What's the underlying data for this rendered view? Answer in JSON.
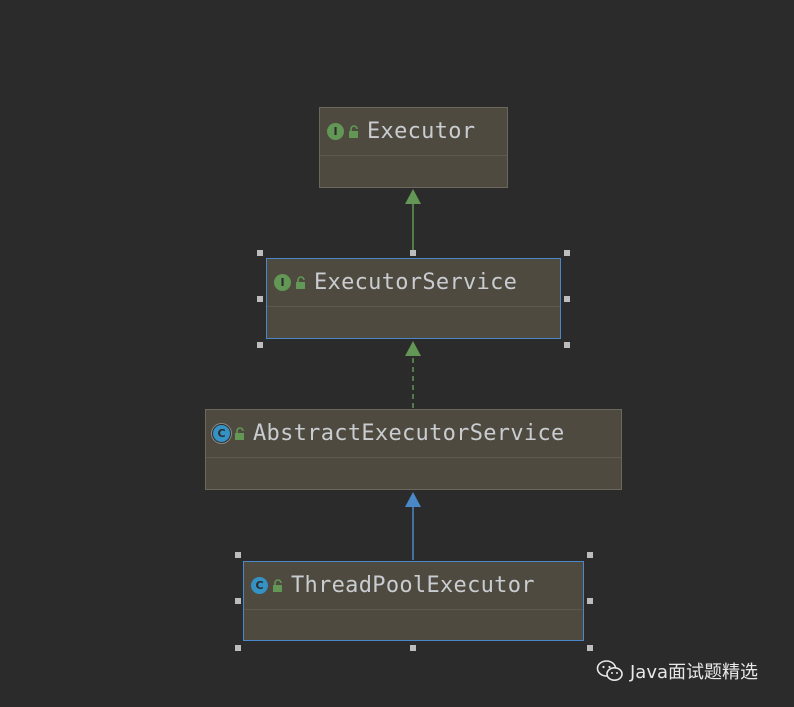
{
  "diagram": {
    "nodes": [
      {
        "id": "executor",
        "name": "Executor",
        "kind": "interface",
        "kind_letter": "I",
        "kind_color": "#629755",
        "selected": false
      },
      {
        "id": "executor-service",
        "name": "ExecutorService",
        "kind": "interface",
        "kind_letter": "I",
        "kind_color": "#629755",
        "selected": true
      },
      {
        "id": "abstract-executor-service",
        "name": "AbstractExecutorService",
        "kind": "abstract-class",
        "kind_letter": "C",
        "kind_color": "#3592c4",
        "selected": false
      },
      {
        "id": "thread-pool-executor",
        "name": "ThreadPoolExecutor",
        "kind": "class",
        "kind_letter": "C",
        "kind_color": "#3592c4",
        "selected": true
      }
    ],
    "edges": [
      {
        "from": "executor-service",
        "to": "executor",
        "type": "extends",
        "style": "solid",
        "color": "#629755"
      },
      {
        "from": "abstract-executor-service",
        "to": "executor-service",
        "type": "implements",
        "style": "dashed",
        "color": "#629755"
      },
      {
        "from": "thread-pool-executor",
        "to": "abstract-executor-service",
        "type": "extends",
        "style": "solid",
        "color": "#4a88c7"
      }
    ]
  },
  "watermark": {
    "text": "Java面试题精选",
    "icon": "wechat-icon"
  },
  "colors": {
    "background": "#2b2b2b",
    "node_fill": "#4e4a3f",
    "selection_border": "#4a88c7",
    "interface_green": "#629755",
    "class_blue": "#3592c4"
  }
}
